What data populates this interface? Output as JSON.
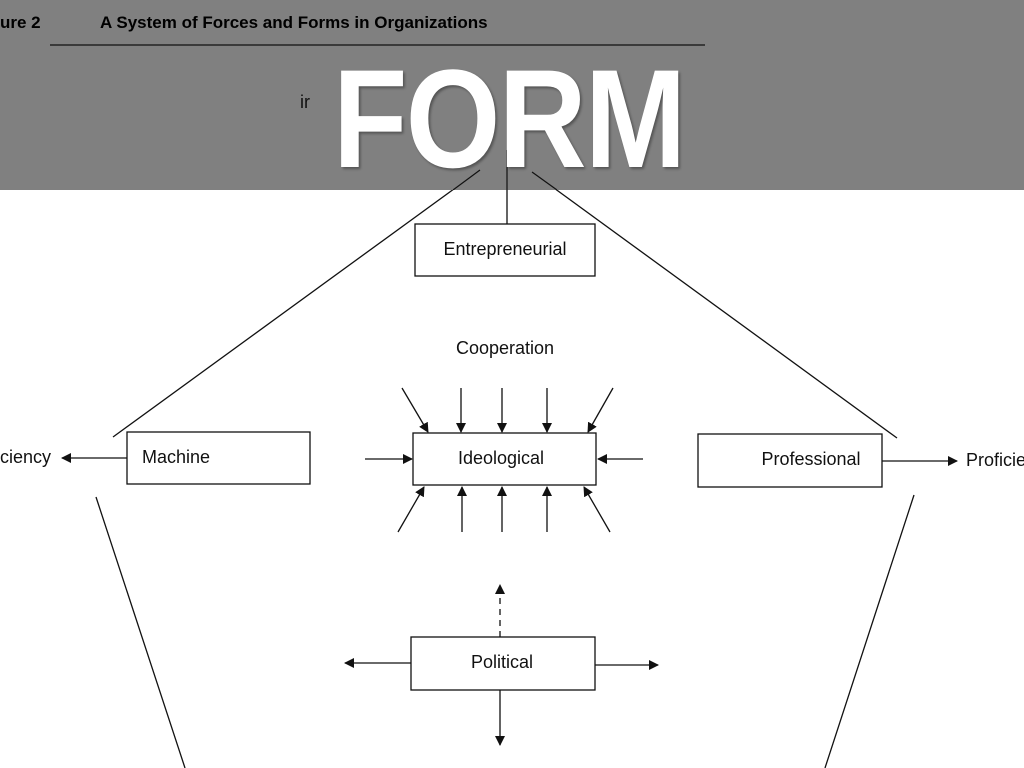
{
  "figure": {
    "number_fragment": "ure 2",
    "title": "A System of Forces and Forms in Organizations",
    "hidden_fragment": "ir"
  },
  "slide_title": "FORM",
  "diagram": {
    "boxes": {
      "entrepreneurial": "Entrepreneurial",
      "machine": "Machine",
      "ideological": "Ideological",
      "professional": "Professional",
      "political": "Political"
    },
    "forces": {
      "cooperation": "Cooperation",
      "efficiency_fragment": "ciency",
      "proficiency_fragment": "Proficie"
    }
  },
  "colors": {
    "band": "#808080",
    "form_text": "#ffffff",
    "ink": "#111111"
  }
}
